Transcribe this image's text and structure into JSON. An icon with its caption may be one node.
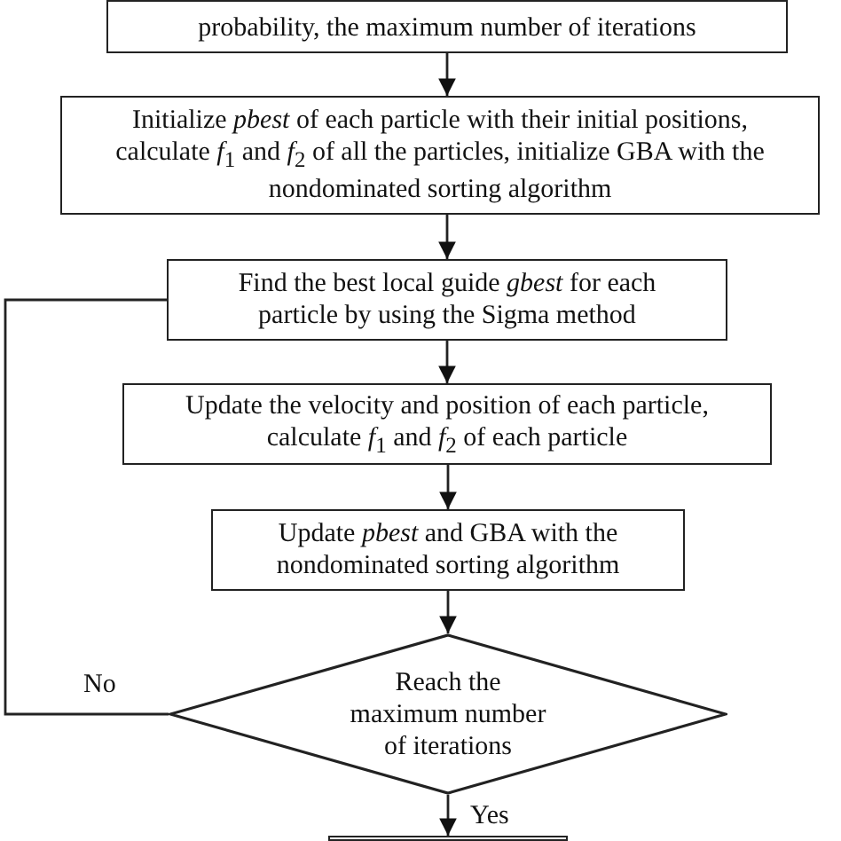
{
  "diagram": {
    "nodes": [
      {
        "text": [
          "probability, the maximum number of iterations"
        ]
      },
      {
        "text": [
          "Initialize *pbest* of each particle with their initial positions, calculate *f*$_{1}$ and *f*$_{2}$ of all the particles, initialize GBA with the nondominated sorting algorithm"
        ]
      },
      {
        "text": [
          "Find the best local guide *gbest* for each particle by using the Sigma method"
        ]
      },
      {
        "text": [
          "Update the velocity and position of each particle, calculate *f*$_{1}$ and *f*$_{2}$ of each particle"
        ]
      },
      {
        "text": [
          "Update *pbest* and GBA with the nondominated sorting algorithm"
        ]
      },
      {
        "text": [
          "Reach the maximum number of iterations"
        ]
      },
      {
        "text": [],
        "shape": "box"
      }
    ],
    "edges": [
      {
        "from": 0,
        "to": 1,
        "arrow": "to"
      },
      {
        "from": 1,
        "to": 2,
        "arrow": "to"
      },
      {
        "from": 2,
        "to": 3,
        "arrow": "to"
      },
      {
        "from": 3,
        "to": 4,
        "arrow": "to"
      },
      {
        "from": 4,
        "to": 5,
        "arrow": "to"
      },
      {
        "from": 5,
        "to": 2,
        "label": "No",
        "arrow": "none"
      },
      {
        "from": 5,
        "to": 6,
        "label": "Yes",
        "arrow": "to"
      }
    ]
  }
}
